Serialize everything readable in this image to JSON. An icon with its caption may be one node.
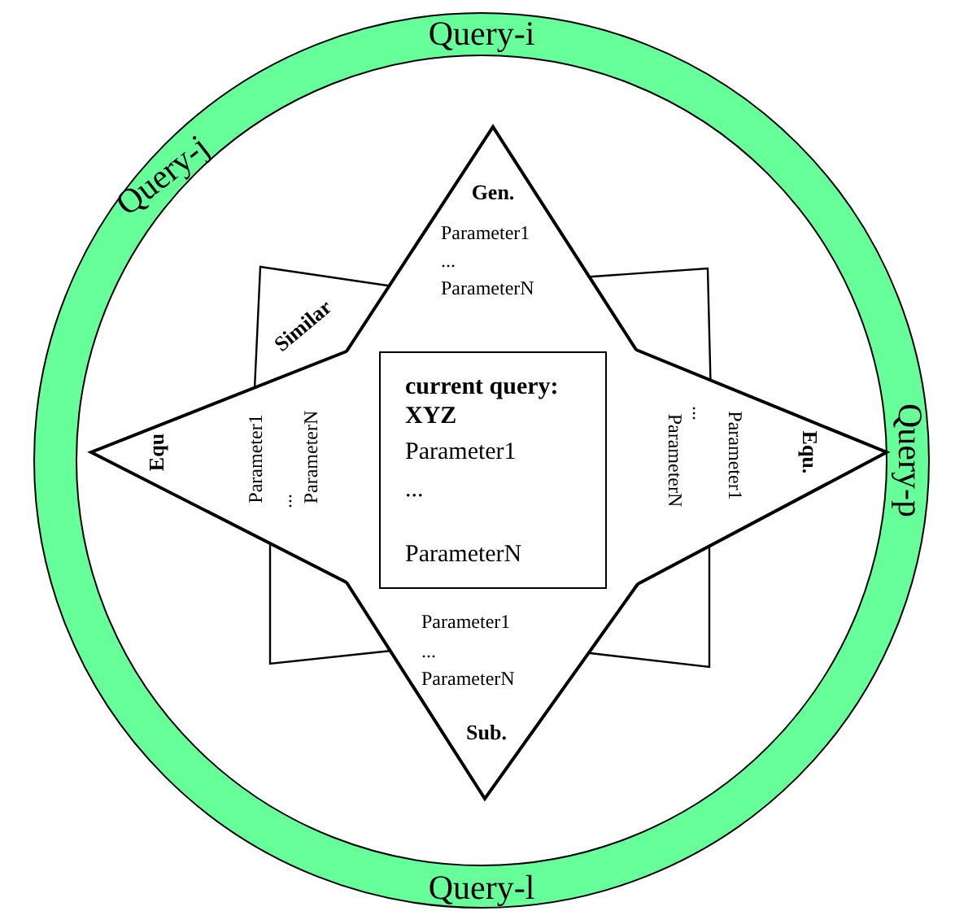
{
  "diagram": {
    "nodes": [
      {
        "text": [
          "Query-i",
          "Query-j",
          "Query-p",
          "Query-l"
        ]
      },
      {
        "text": [
          "Similar"
        ],
        "in": 0
      },
      {
        "text": [],
        "shape": "box",
        "in": 0
      },
      {
        "text": [],
        "shape": "box",
        "in": 0
      },
      {
        "text": [],
        "shape": "box",
        "in": 0
      },
      {
        "text": [
          "Gen.",
          "Parameter1",
          "...",
          "ParameterN"
        ],
        "in": 0
      },
      {
        "text": [
          "Equ",
          "Parameter1",
          "...",
          "ParameterN"
        ],
        "in": 0
      },
      {
        "text": [
          "current query: XYZ",
          "Parameter1",
          "...",
          "ParameterN"
        ],
        "in": 0
      },
      {
        "text": [
          "Equ.",
          "Parameter1",
          "...",
          "ParameterN"
        ],
        "in": 0
      },
      {
        "text": [
          "Parameter1",
          "...",
          "ParameterN",
          "Sub."
        ],
        "in": 0
      }
    ]
  }
}
